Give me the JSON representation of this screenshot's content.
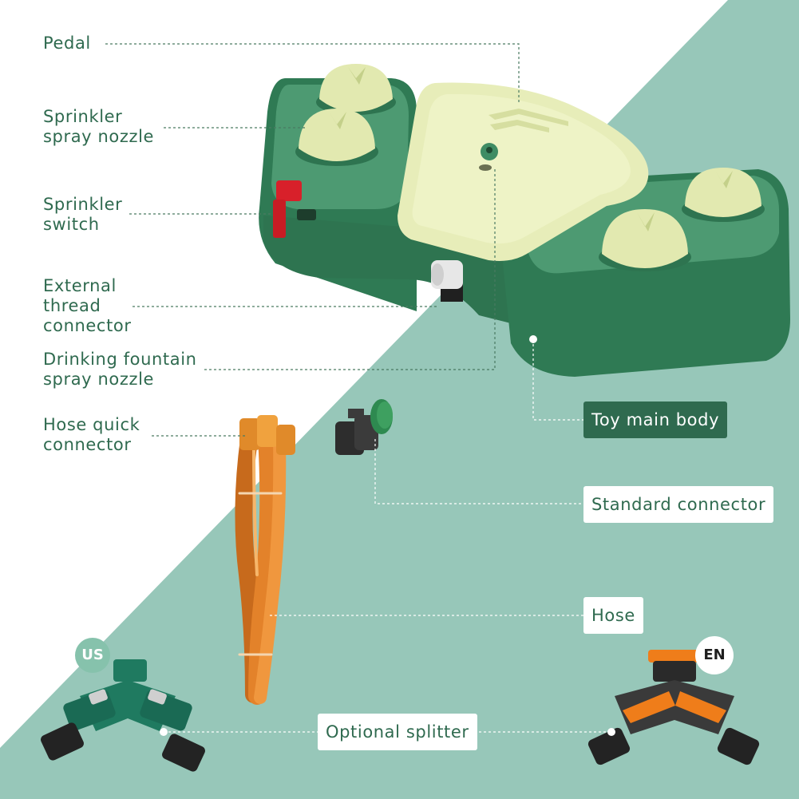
{
  "labels": {
    "pedal": "Pedal",
    "sprinkler_nozzle": "Sprinkler\nspray nozzle",
    "sprinkler_switch": "Sprinkler\nswitch",
    "external_connector": "External\nthread\nconnector",
    "drinking_nozzle": "Drinking fountain\nspray nozzle",
    "hose_connector": "Hose quick\nconnector",
    "toy_body": "Toy main body",
    "standard_connector": "Standard connector",
    "hose": "Hose",
    "splitter": "Optional splitter",
    "us_badge": "US",
    "en_badge": "EN"
  },
  "colors": {
    "teal_background": "#97c7b9",
    "label_text": "#2f6a4f",
    "dark_label_bg": "#2f6a4f",
    "toy_green": "#3f8c64",
    "pedal_cream": "#e7edb9",
    "switch_red": "#d8202a",
    "hose_orange": "#ea8a2c"
  }
}
